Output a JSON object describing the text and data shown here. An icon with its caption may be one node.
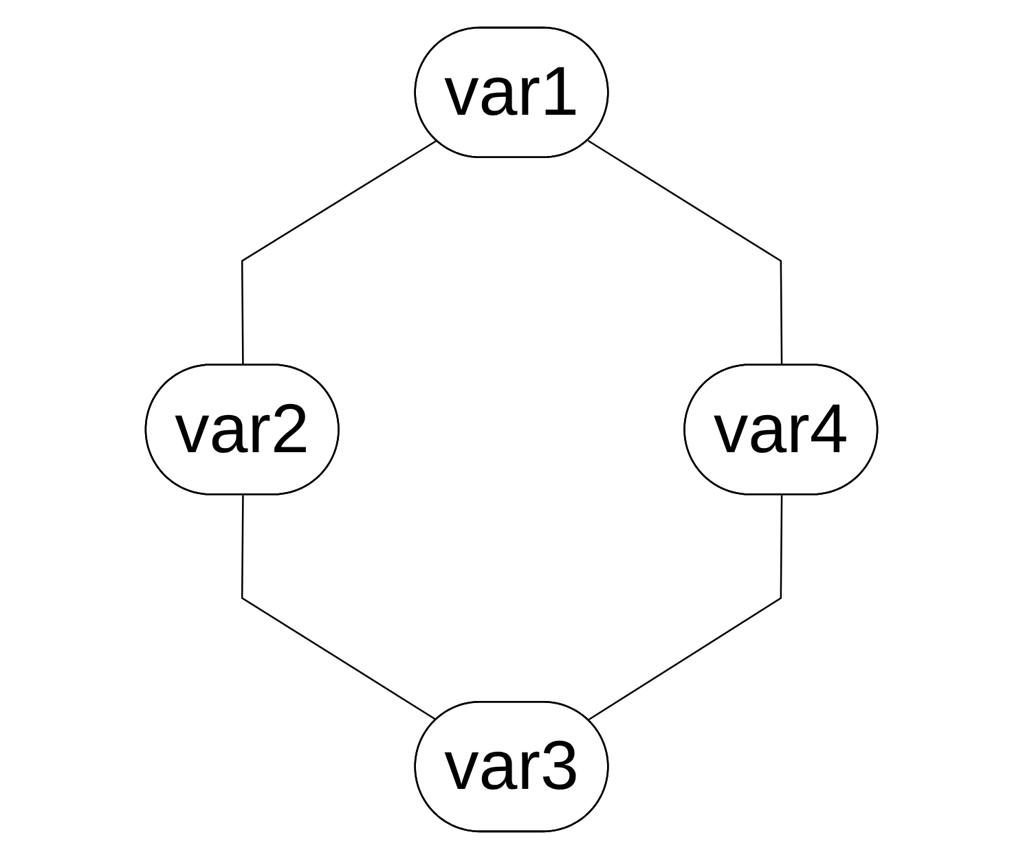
{
  "diagram": {
    "nodes": [
      {
        "text": [
          "var1"
        ]
      },
      {
        "text": [
          "var2"
        ]
      },
      {
        "text": [
          "var4"
        ]
      },
      {
        "text": [
          "var3"
        ]
      }
    ],
    "edges": [
      {
        "from": 0,
        "to": 1,
        "arrow": "none"
      },
      {
        "from": 1,
        "to": 3,
        "arrow": "none"
      },
      {
        "from": 2,
        "to": 3,
        "arrow": "none"
      },
      {
        "from": 0,
        "to": 2,
        "arrow": "none"
      }
    ]
  }
}
